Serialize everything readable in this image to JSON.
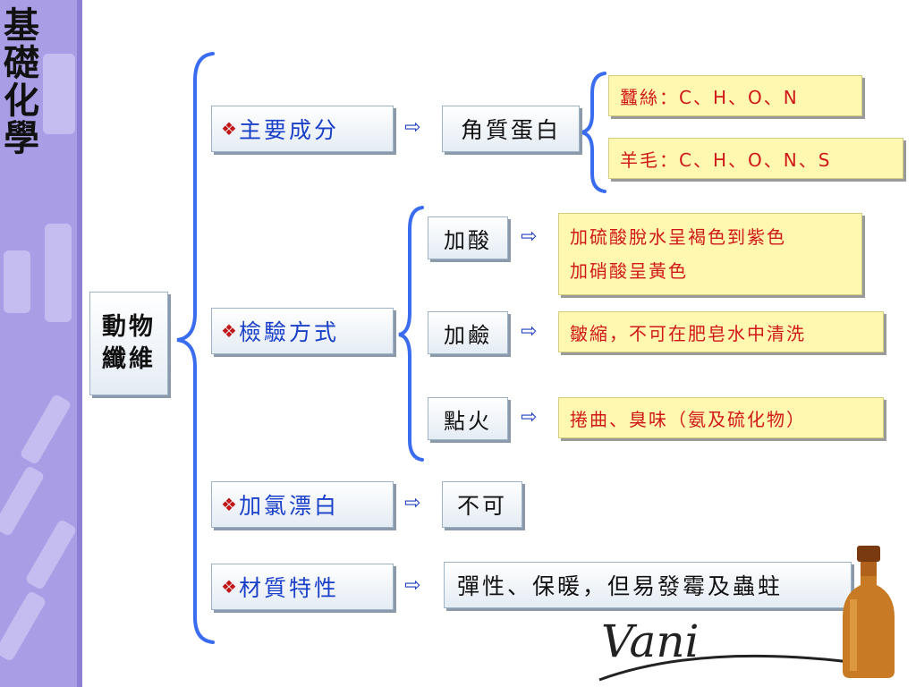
{
  "sidebar": {
    "title_chars": [
      "基",
      "礎",
      "化",
      "學"
    ]
  },
  "root": {
    "line1": "動物",
    "line2": "纖維"
  },
  "branches": {
    "composition": {
      "bullet": "❖",
      "label": "主要成分",
      "arrow": "⇨",
      "result": "角質蛋白",
      "details": [
        "蠶絲：C、H、O、N",
        "羊毛：C、H、O、N、S"
      ]
    },
    "testing": {
      "bullet": "❖",
      "label": "檢驗方式",
      "methods": [
        {
          "label": "加酸",
          "arrow": "⇨",
          "lines": [
            "加硫酸脫水呈褐色到紫色",
            "加硝酸呈黃色"
          ]
        },
        {
          "label": "加鹼",
          "arrow": "⇨",
          "lines": [
            "皺縮，不可在肥皂水中清洗"
          ]
        },
        {
          "label": "點火",
          "arrow": "⇨",
          "lines": [
            "捲曲、臭味（氨及硫化物）"
          ]
        }
      ]
    },
    "bleach": {
      "bullet": "❖",
      "label": "加氯漂白",
      "arrow": "⇨",
      "result": "不可"
    },
    "property": {
      "bullet": "❖",
      "label": "材質特性",
      "arrow": "⇨",
      "result": "彈性、保暖，但易發霉及蟲蛀"
    }
  },
  "logo": {
    "text": "Vani"
  },
  "colors": {
    "sidebar": "#a99ee6",
    "bracket": "#3a6cf0",
    "label_text": "#1a3fc9",
    "detail_text": "#d01818",
    "detail_bg": "#fff8b0"
  }
}
